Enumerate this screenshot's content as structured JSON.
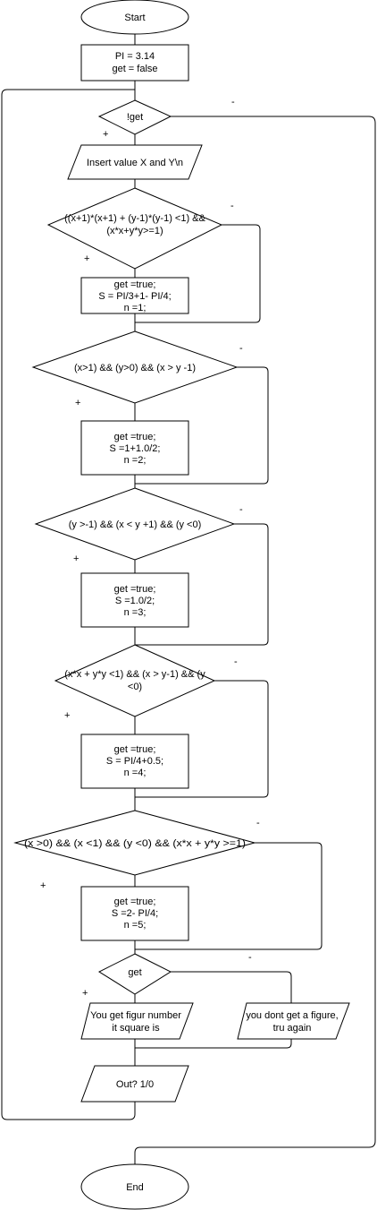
{
  "flowchart": {
    "start": "Start",
    "init": [
      "PI = 3.14",
      "get = false"
    ],
    "loop_condition": "!get",
    "input": "Insert value X and Y\\n",
    "cond1": [
      "((x+1)*(x+1) + (y-1)*(y-1) <1) &&",
      "(x*x+y*y>=1)"
    ],
    "act1": [
      "get =true;",
      "S = PI/3+1- PI/4;",
      "n =1;"
    ],
    "cond2": "(x>1) && (y>0) && (x > y -1)",
    "act2": [
      "get =true;",
      "S =1+1.0/2;",
      "n =2;"
    ],
    "cond3": "(y >-1) && (x < y +1) && (y <0)",
    "act3": [
      "get =true;",
      "S =1.0/2;",
      "n =3;"
    ],
    "cond4": [
      "(x*x + y*y <1) && (x > y-1) && (y",
      "<0)"
    ],
    "act4": [
      "get =true;",
      "S = PI/4+0.5;",
      "n =4;"
    ],
    "cond5": "(x >0) && (x <1) && (y <0) && (x*x + y*y >=1)",
    "act5": [
      "get =true;",
      "S =2- PI/4;",
      "n =5;"
    ],
    "check": "get",
    "out_yes": [
      "You get figur number",
      "it square is"
    ],
    "out_no": [
      "you dont get a figure,",
      "tru again"
    ],
    "output": "Out? 1/0",
    "end": "End",
    "yes_mark": "+",
    "no_mark": "-"
  }
}
